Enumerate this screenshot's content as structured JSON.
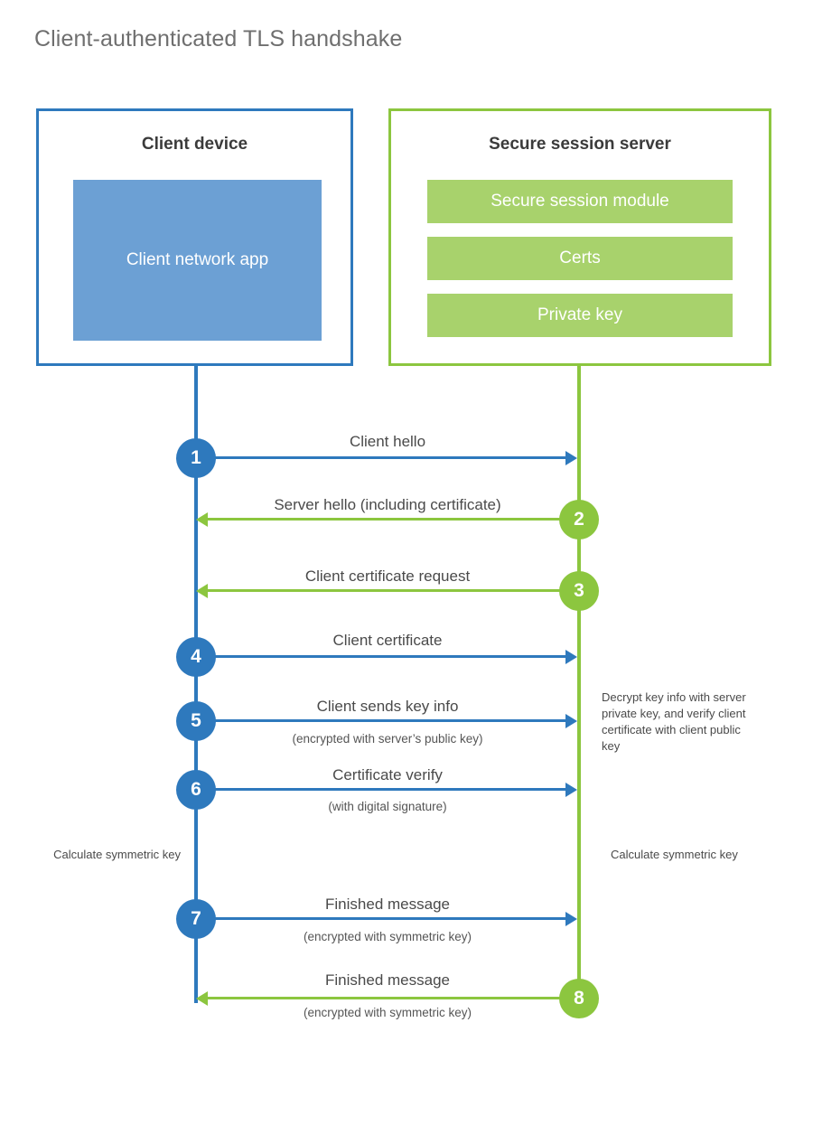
{
  "title": "Client-authenticated TLS handshake",
  "colors": {
    "client_blue": "#2E79BD",
    "client_app_fill": "#6CA0D4",
    "server_green": "#8CC63F",
    "server_block_fill": "#A8D26C",
    "title_gray": "#6f6f6f",
    "text_gray": "#4a4a4a"
  },
  "actors": {
    "client": {
      "title": "Client device",
      "blocks": [
        {
          "label": "Client network app"
        }
      ]
    },
    "server": {
      "title": "Secure session server",
      "blocks": [
        {
          "label": "Secure session module"
        },
        {
          "label": "Certs"
        },
        {
          "label": "Private key"
        }
      ]
    }
  },
  "steps": [
    {
      "number": "1",
      "side": "client",
      "direction": "right",
      "label": "Client hello",
      "sublabel": ""
    },
    {
      "number": "2",
      "side": "server",
      "direction": "left",
      "label": "Server hello (including certificate)",
      "sublabel": ""
    },
    {
      "number": "3",
      "side": "server",
      "direction": "left",
      "label": "Client certificate request",
      "sublabel": ""
    },
    {
      "number": "4",
      "side": "client",
      "direction": "right",
      "label": "Client certificate",
      "sublabel": ""
    },
    {
      "number": "5",
      "side": "client",
      "direction": "right",
      "label": "Client sends key info",
      "sublabel": "(encrypted with server’s public key)"
    },
    {
      "number": "6",
      "side": "client",
      "direction": "right",
      "label": "Certificate verify",
      "sublabel": "(with digital signature)"
    },
    {
      "number": "7",
      "side": "client",
      "direction": "right",
      "label": "Finished message",
      "sublabel": "(encrypted with symmetric key)"
    },
    {
      "number": "8",
      "side": "server",
      "direction": "left",
      "label": "Finished message",
      "sublabel": "(encrypted with symmetric key)"
    }
  ],
  "notes": {
    "server_decrypt": "Decrypt key info with server private key, and verify client certificate with client public key",
    "client_calculate": "Calculate symmetric key",
    "server_calculate": "Calculate symmetric key"
  }
}
